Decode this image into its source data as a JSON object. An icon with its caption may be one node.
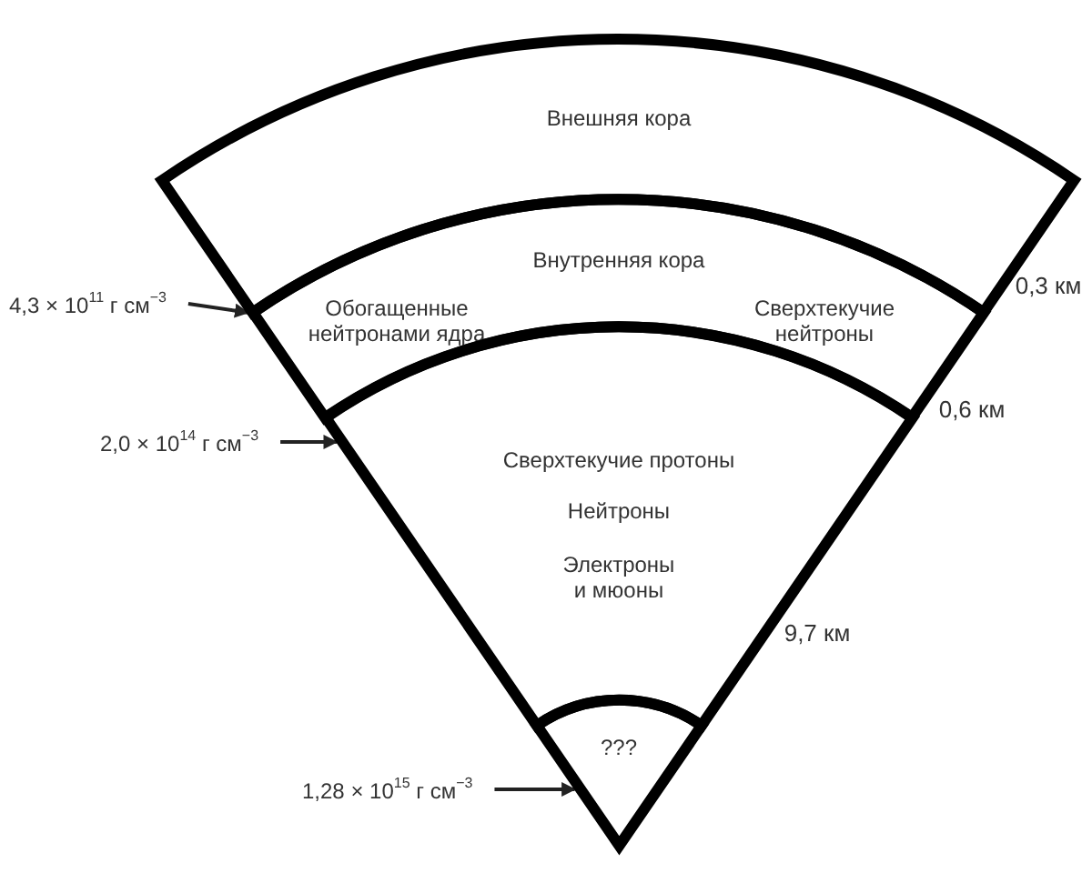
{
  "diagram": {
    "nodes": [
      {
        "text": [
          "Внешняя кора"
        ]
      },
      {
        "text": [
          "Внутренняя кора",
          "Обогащенные нейтронами ядра",
          "Сверхтекучие нейтроны"
        ]
      },
      {
        "text": [
          "Сверхтекучие протоны",
          "Нейтроны",
          "Электроны и мюоны"
        ]
      },
      {
        "text": [
          "???"
        ]
      },
      {
        "text": [
          "4,3 × 10$^{11}$ г см$^{−3}$"
        ]
      },
      {
        "text": [
          "2,0 × 10$^{14}$ г см$^{−3}$"
        ]
      },
      {
        "text": [
          "1,28 × 10$^{15}$ г см$^{−3}$"
        ]
      }
    ],
    "edges": [
      {
        "from": 4,
        "to": 1,
        "arrow": "to"
      },
      {
        "from": 5,
        "to": 2,
        "arrow": "to"
      },
      {
        "from": 6,
        "to": 3,
        "arrow": "to"
      }
    ],
    "labels": [
      "0,3 км",
      "0,6 км",
      "9,7 км"
    ]
  }
}
